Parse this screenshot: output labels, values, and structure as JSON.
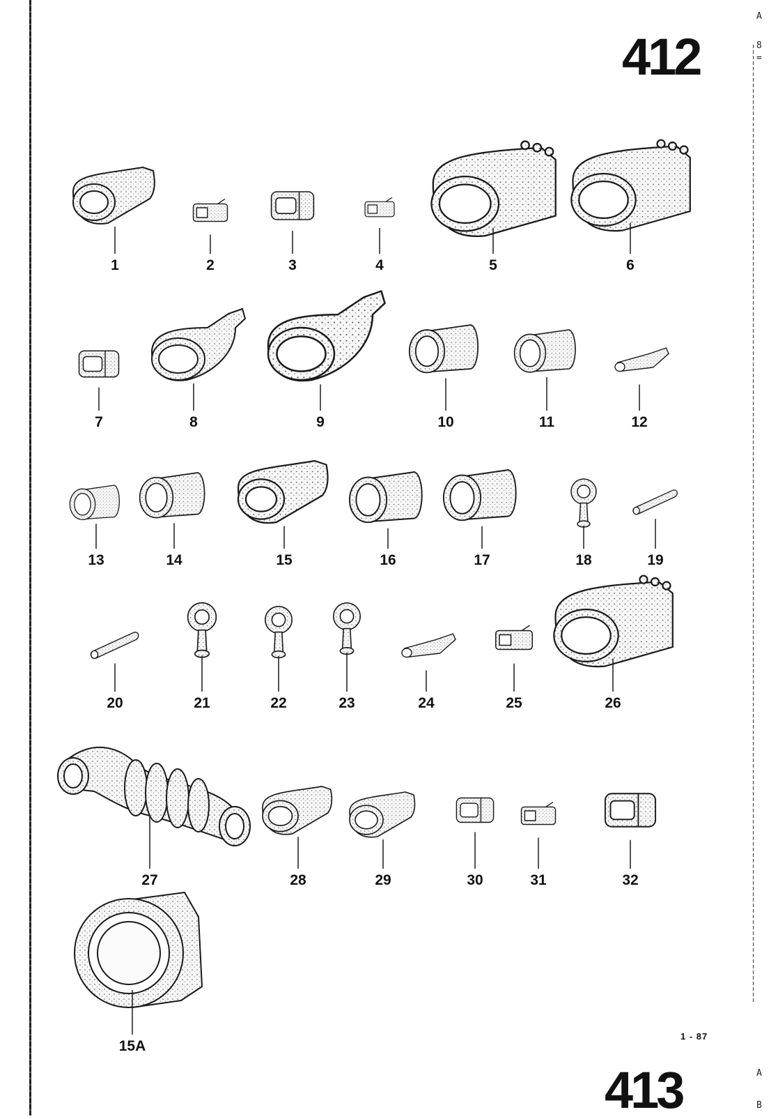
{
  "page": {
    "number": "412",
    "next_page_number": "413",
    "edition_code": "1 - 87",
    "edge_letters": [
      "A",
      "8",
      "=",
      "A",
      "B"
    ]
  },
  "parts": [
    {
      "label": "1",
      "shape": "tapered-boot"
    },
    {
      "label": "2",
      "shape": "small-connector"
    },
    {
      "label": "3",
      "shape": "flat-housing"
    },
    {
      "label": "4",
      "shape": "small-connector"
    },
    {
      "label": "5",
      "shape": "multi-plug"
    },
    {
      "label": "6",
      "shape": "multi-plug"
    },
    {
      "label": "7",
      "shape": "flat-housing"
    },
    {
      "label": "8",
      "shape": "bottle-boot"
    },
    {
      "label": "9",
      "shape": "bottle-boot"
    },
    {
      "label": "10",
      "shape": "cylinder-cap"
    },
    {
      "label": "11",
      "shape": "cylinder-cap"
    },
    {
      "label": "12",
      "shape": "slim-sleeve"
    },
    {
      "label": "13",
      "shape": "cylinder-cap"
    },
    {
      "label": "14",
      "shape": "cylinder-cap"
    },
    {
      "label": "15",
      "shape": "tapered-boot"
    },
    {
      "label": "16",
      "shape": "cylinder-cap"
    },
    {
      "label": "17",
      "shape": "cylinder-cap"
    },
    {
      "label": "18",
      "shape": "ring-terminal"
    },
    {
      "label": "19",
      "shape": "tube"
    },
    {
      "label": "20",
      "shape": "tube"
    },
    {
      "label": "21",
      "shape": "ring-terminal"
    },
    {
      "label": "22",
      "shape": "ring-terminal"
    },
    {
      "label": "23",
      "shape": "ring-terminal"
    },
    {
      "label": "24",
      "shape": "slim-sleeve"
    },
    {
      "label": "25",
      "shape": "small-connector"
    },
    {
      "label": "26",
      "shape": "multi-plug"
    },
    {
      "label": "27",
      "shape": "bellows-hose"
    },
    {
      "label": "28",
      "shape": "tapered-boot"
    },
    {
      "label": "29",
      "shape": "tapered-boot"
    },
    {
      "label": "30",
      "shape": "flat-housing"
    },
    {
      "label": "31",
      "shape": "small-connector"
    },
    {
      "label": "32",
      "shape": "flat-housing"
    },
    {
      "label": "15A",
      "shape": "grommet"
    }
  ],
  "colors": {
    "ink": "#1a1a1a",
    "paper": "#ffffff",
    "fill": "#f1f1f1"
  }
}
